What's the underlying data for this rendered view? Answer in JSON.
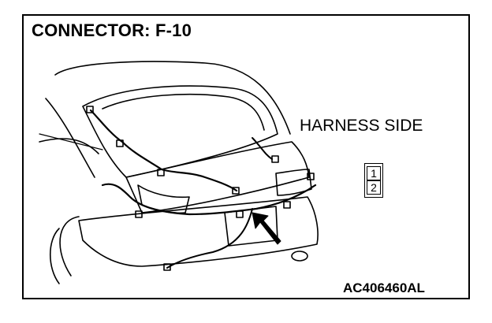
{
  "title": "CONNECTOR: F-10",
  "harness_side_label": "HARNESS SIDE",
  "connector_pins": [
    "1",
    "2"
  ],
  "figure_code": "AC406460AL",
  "icons": [
    "car-rear-illustration",
    "pointer-arrow-icon",
    "connector-symbol-icon"
  ]
}
